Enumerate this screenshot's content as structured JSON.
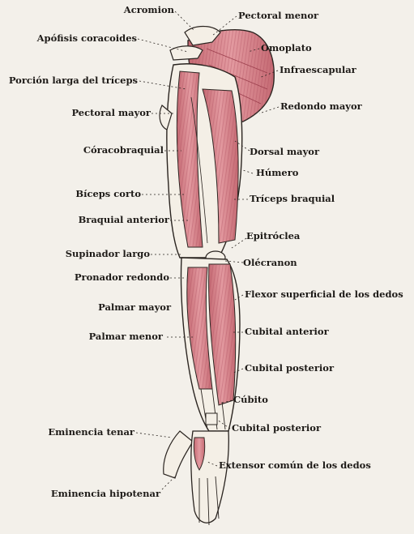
{
  "figure": {
    "labels_left": [
      {
        "id": "acromion",
        "text": "Acromion"
      },
      {
        "id": "apofisis",
        "text": "Apófisis coracoides"
      },
      {
        "id": "porcion",
        "text": "Porción larga del tríceps"
      },
      {
        "id": "pectoral-mayor",
        "text": "Pectoral mayor"
      },
      {
        "id": "coracobraquial",
        "text": "Córacobraquial"
      },
      {
        "id": "biceps",
        "text": "Bíceps corto"
      },
      {
        "id": "braquial",
        "text": "Braquial anterior"
      },
      {
        "id": "supinador",
        "text": "Supinador largo"
      },
      {
        "id": "pronador",
        "text": "Pronador redondo"
      },
      {
        "id": "palmar-mayor",
        "text": "Palmar mayor"
      },
      {
        "id": "palmar-menor",
        "text": "Palmar menor"
      },
      {
        "id": "eminencia-tenar",
        "text": "Eminencia tenar"
      },
      {
        "id": "eminencia-hipotenar",
        "text": "Eminencia hipotenar"
      }
    ],
    "labels_right": [
      {
        "id": "pectoral-menor",
        "text": "Pectoral menor"
      },
      {
        "id": "omoplato",
        "text": "Omoplato"
      },
      {
        "id": "infraescapular",
        "text": "Infraescapular"
      },
      {
        "id": "redondo-mayor",
        "text": "Redondo mayor"
      },
      {
        "id": "dorsal-mayor",
        "text": "Dorsal mayor"
      },
      {
        "id": "humero",
        "text": "Húmero"
      },
      {
        "id": "triceps",
        "text": "Tríceps braquial"
      },
      {
        "id": "epitroclea",
        "text": "Epitróclea"
      },
      {
        "id": "olecranon",
        "text": "Olécranon"
      },
      {
        "id": "flexor",
        "text": "Flexor superficial de los dedos"
      },
      {
        "id": "cubital-anterior",
        "text": "Cubital anterior"
      },
      {
        "id": "cubital-posterior-1",
        "text": "Cubital posterior"
      },
      {
        "id": "cubito",
        "text": "Cúbito"
      },
      {
        "id": "cubital-posterior-2",
        "text": "Cubital posterior"
      },
      {
        "id": "extensor",
        "text": "Extensor común de los dedos"
      }
    ],
    "colors": {
      "muscle": "#d9848a",
      "muscle_dark": "#b85a64",
      "bone": "#f4efe6",
      "outline": "#2a2420",
      "paper": "#f3f0ea"
    }
  }
}
